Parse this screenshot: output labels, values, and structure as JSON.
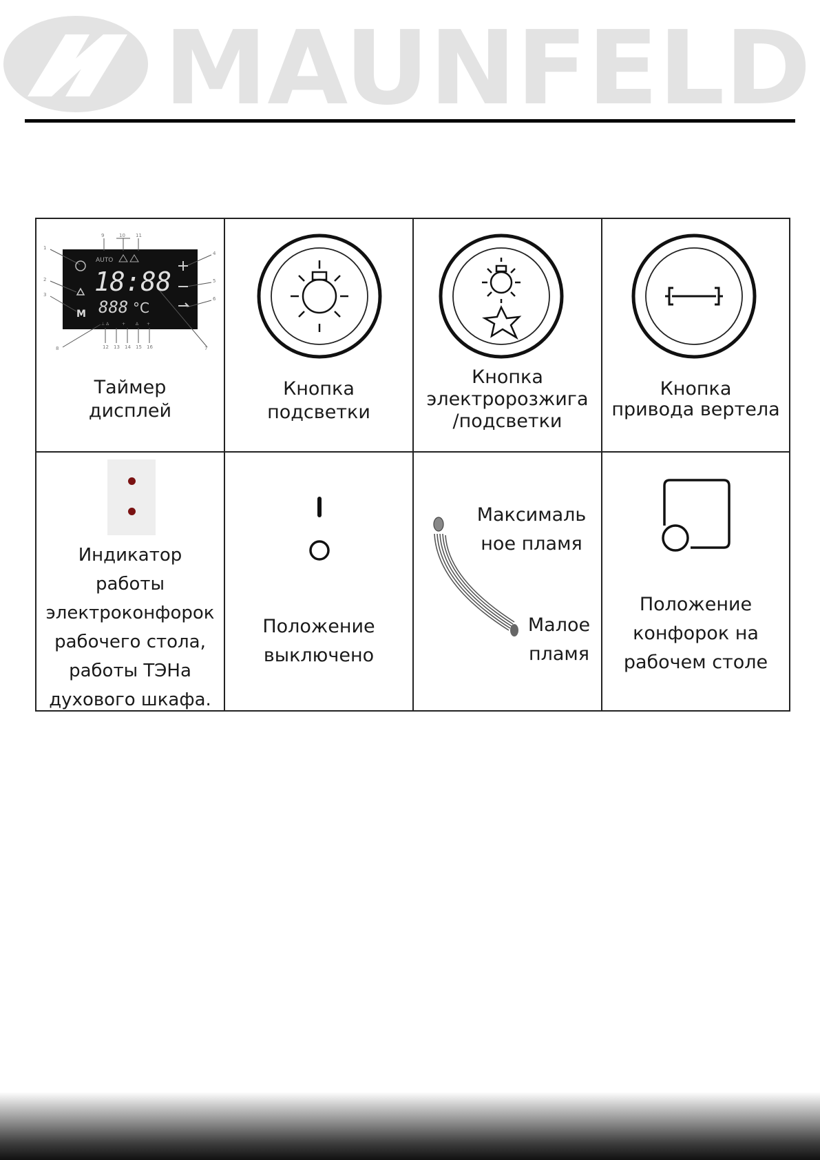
{
  "brand": {
    "name": "MAUNFELD",
    "logo_color": "#e3e3e3"
  },
  "table": {
    "row1": [
      {
        "caption": "Таймер\nдисплей",
        "icon": "timer-display-icon",
        "display": {
          "mode": "AUTO",
          "digits": "18:88",
          "temp": "888",
          "unit": "°C",
          "menu": "M"
        }
      },
      {
        "caption": "Кнопка\nподсветки",
        "icon": "light-bulb-button-icon"
      },
      {
        "caption": "Кнопка\nэлектророзжига\n/подсветки",
        "icon": "ignition-light-button-icon"
      },
      {
        "caption": "Кнопка\nпривода вертела",
        "icon": "rotisserie-button-icon"
      }
    ],
    "row2": [
      {
        "caption": "Индикатор\nработы\nэлектроконфорок\nрабочего стола,\nработы ТЭНа\nдухового шкафа.",
        "icon": "indicator-lights-icon"
      },
      {
        "caption": "Положение\nвыключено",
        "icon": "off-position-icon"
      },
      {
        "caption_max": "Максималь\nное пламя",
        "caption_min": "Малое\nпламя",
        "icon": "flame-scale-icon"
      },
      {
        "caption": "Положение\nконфорок на\nрабочем столе",
        "icon": "burner-position-icon"
      }
    ]
  },
  "colors": {
    "indicator_dot": "#7a1212",
    "display_bg": "#111111"
  }
}
